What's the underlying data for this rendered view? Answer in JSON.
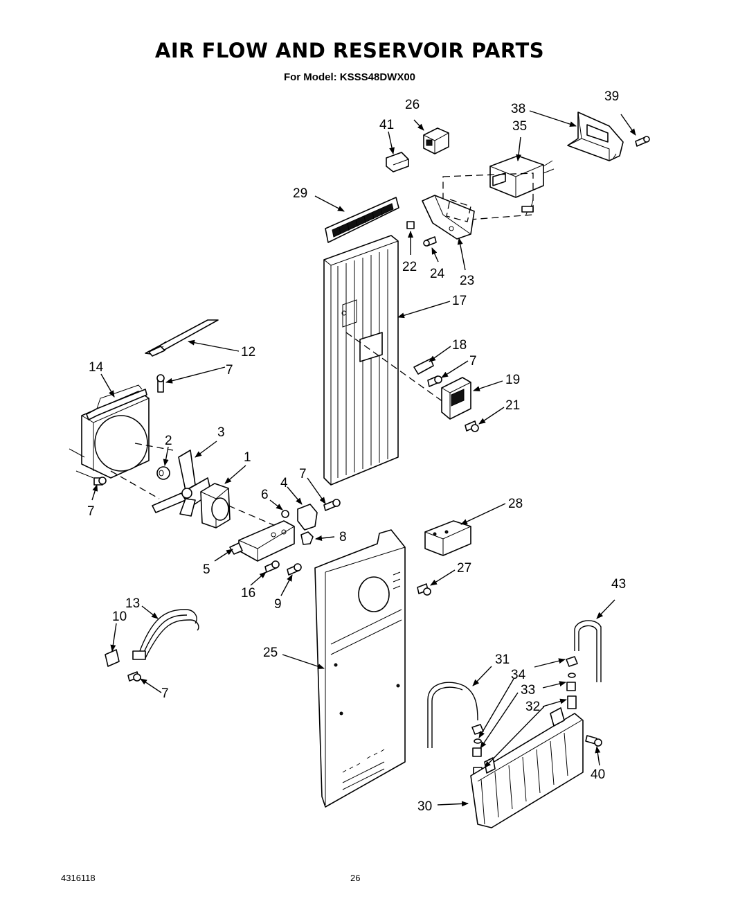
{
  "header": {
    "title": "AIR FLOW AND RESERVOIR PARTS",
    "subtitle": "For Model: KSSS48DWX00"
  },
  "footer": {
    "document_number": "4316118",
    "page_number": "26"
  },
  "callouts": [
    {
      "id": "c1",
      "label": "1"
    },
    {
      "id": "c2",
      "label": "2"
    },
    {
      "id": "c3",
      "label": "3"
    },
    {
      "id": "c4",
      "label": "4"
    },
    {
      "id": "c5",
      "label": "5"
    },
    {
      "id": "c6",
      "label": "6"
    },
    {
      "id": "c7a",
      "label": "7"
    },
    {
      "id": "c7b",
      "label": "7"
    },
    {
      "id": "c7c",
      "label": "7"
    },
    {
      "id": "c7d",
      "label": "7"
    },
    {
      "id": "c7e",
      "label": "7"
    },
    {
      "id": "c8",
      "label": "8"
    },
    {
      "id": "c9",
      "label": "9"
    },
    {
      "id": "c10",
      "label": "10"
    },
    {
      "id": "c12",
      "label": "12"
    },
    {
      "id": "c13",
      "label": "13"
    },
    {
      "id": "c14",
      "label": "14"
    },
    {
      "id": "c16",
      "label": "16"
    },
    {
      "id": "c17",
      "label": "17"
    },
    {
      "id": "c18",
      "label": "18"
    },
    {
      "id": "c19",
      "label": "19"
    },
    {
      "id": "c21",
      "label": "21"
    },
    {
      "id": "c22",
      "label": "22"
    },
    {
      "id": "c23",
      "label": "23"
    },
    {
      "id": "c24",
      "label": "24"
    },
    {
      "id": "c25",
      "label": "25"
    },
    {
      "id": "c26",
      "label": "26"
    },
    {
      "id": "c27",
      "label": "27"
    },
    {
      "id": "c28",
      "label": "28"
    },
    {
      "id": "c29",
      "label": "29"
    },
    {
      "id": "c30",
      "label": "30"
    },
    {
      "id": "c31",
      "label": "31"
    },
    {
      "id": "c32",
      "label": "32"
    },
    {
      "id": "c33",
      "label": "33"
    },
    {
      "id": "c34",
      "label": "34"
    },
    {
      "id": "c35",
      "label": "35"
    },
    {
      "id": "c38",
      "label": "38"
    },
    {
      "id": "c39",
      "label": "39"
    },
    {
      "id": "c40",
      "label": "40"
    },
    {
      "id": "c41",
      "label": "41"
    },
    {
      "id": "c43",
      "label": "43"
    }
  ]
}
